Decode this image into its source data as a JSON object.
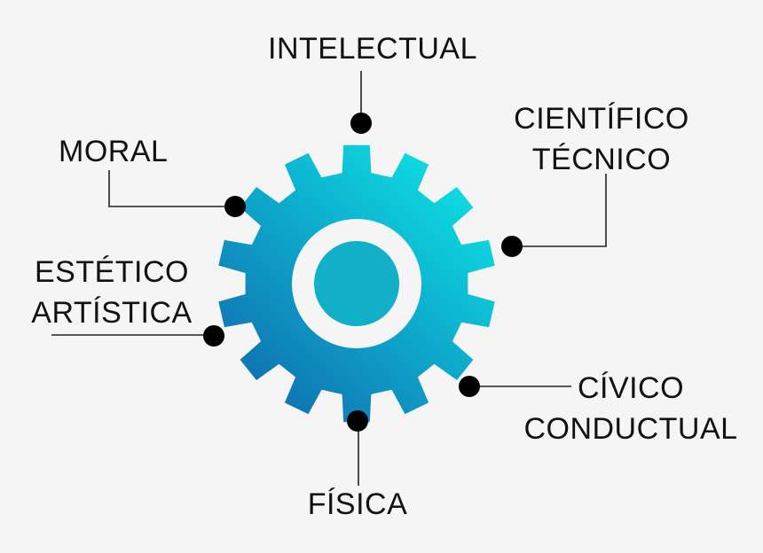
{
  "labels": {
    "intelectual": "INTELECTUAL",
    "cientifico_line1": "CIENTÍFICO",
    "cientifico_line2": "TÉCNICO",
    "moral": "MORAL",
    "estetico_line1": "ESTÉTICO",
    "estetico_line2": "ARTÍSTICA",
    "civico_line1": "CÍVICO",
    "civico_line2": "CONDUCTUAL",
    "fisica": "FÍSICA"
  },
  "colors": {
    "background": "#f5f5f5",
    "gear_gradient_start": "#0ee0e4",
    "gear_gradient_end": "#0f6fb1",
    "gear_ring": "#ffffff",
    "gear_hub": "#12afc9",
    "connector": "#222222",
    "dot": "#000000",
    "text": "#111111"
  },
  "icons": {
    "central": "gear-icon"
  }
}
